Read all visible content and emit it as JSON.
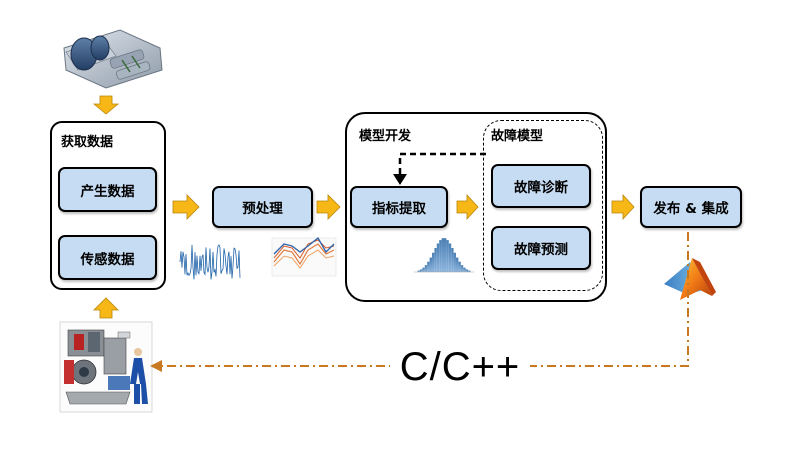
{
  "diagram": {
    "acquire_group": {
      "title": "获取数据",
      "nodes": {
        "generate": "产生数据",
        "sensor": "传感数据"
      }
    },
    "preprocess": "预处理",
    "model_group": {
      "title": "模型开发",
      "feature": "指标提取"
    },
    "fault_group": {
      "title": "故障模型",
      "diagnosis": "故障诊断",
      "prediction": "故障预测"
    },
    "publish": "发布 & 集成",
    "language_label": "C/C++"
  },
  "colors": {
    "node_fill": "#c6dcf3",
    "arrow_fill": "#f7b717",
    "arrow_stroke": "#b8860b",
    "feedback_line": "#c8781e"
  },
  "icons": [
    "pump-device-image",
    "signal-waveform-image",
    "line-plot-image",
    "histogram-image",
    "matlab-logo-icon",
    "engine-assembly-image"
  ]
}
